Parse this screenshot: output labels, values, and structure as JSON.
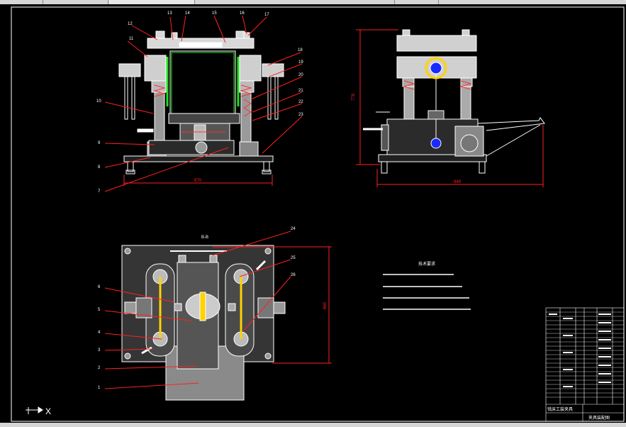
{
  "colors": {
    "background": "#000000",
    "frame": "#ffffff",
    "leader": "#ff2020",
    "dimension": "#ff2020",
    "part_fill": "#c8c8c8",
    "spring": "#ff3030",
    "highlight_green": "#22dd22",
    "highlight_yellow": "#ffd200",
    "blue_hole": "#1a2aff"
  },
  "front_view": {
    "callouts": [
      "12",
      "11",
      "13",
      "14",
      "15",
      "16",
      "17",
      "18",
      "19",
      "20",
      "21",
      "22",
      "23",
      "10",
      "9",
      "8",
      "7"
    ],
    "dimension_width": "870"
  },
  "side_view": {
    "dimension_height": "778",
    "dimension_width": "849"
  },
  "plan_view": {
    "section_label": "B-B",
    "callouts_right": [
      "24",
      "25",
      "26"
    ],
    "callouts_left": [
      "6",
      "5",
      "4",
      "3",
      "2",
      "1"
    ],
    "dimension_height": "660"
  },
  "tech_notes": {
    "title": "技术要求"
  },
  "title_block": {
    "company": "铣床工装夹具",
    "drawing_name": "夹具装配图"
  },
  "ucs": {
    "axis_x": "X"
  }
}
